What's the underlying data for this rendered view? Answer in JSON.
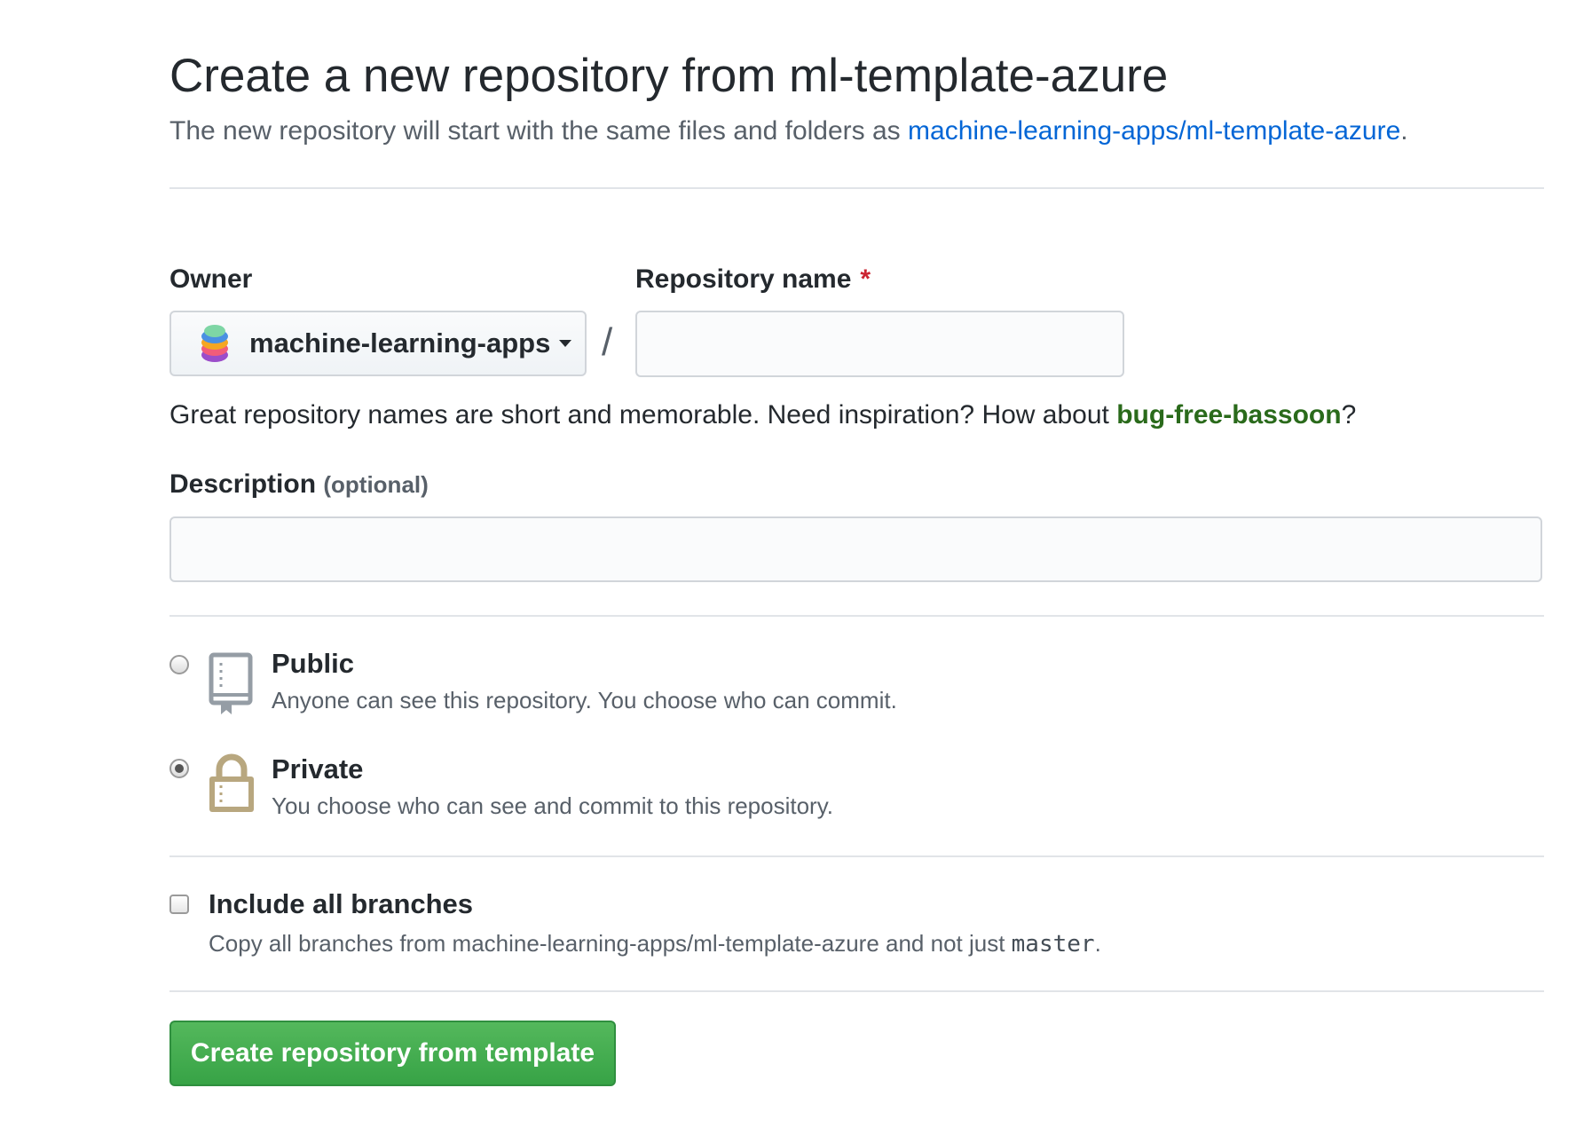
{
  "header": {
    "title": "Create a new repository from ml-template-azure",
    "subtitle_prefix": "The new repository will start with the same files and folders as ",
    "template_link": "machine-learning-apps/ml-template-azure",
    "subtitle_suffix": "."
  },
  "owner": {
    "label": "Owner",
    "selected": "machine-learning-apps",
    "avatar_icon": "stacked-layers-avatar"
  },
  "repository": {
    "label": "Repository name",
    "required_marker": "*",
    "separator": "/",
    "value": "",
    "placeholder": ""
  },
  "hint": {
    "prefix": "Great repository names are short and memorable. Need inspiration? How about ",
    "suggestion": "bug-free-bassoon",
    "suffix": "?"
  },
  "description": {
    "label": "Description",
    "optional": "(optional)",
    "value": "",
    "placeholder": ""
  },
  "visibility": {
    "selected": "private",
    "options": [
      {
        "id": "public",
        "title": "Public",
        "description": "Anyone can see this repository. You choose who can commit.",
        "icon": "repo-book-icon"
      },
      {
        "id": "private",
        "title": "Private",
        "description": "You choose who can see and commit to this repository.",
        "icon": "lock-icon"
      }
    ]
  },
  "branches": {
    "checked": false,
    "label": "Include all branches",
    "description_prefix": "Copy all branches from machine-learning-apps/ml-template-azure and not just ",
    "branch_code": "master",
    "description_suffix": "."
  },
  "submit": {
    "label": "Create repository from template"
  },
  "colors": {
    "link": "#0366d6",
    "suggestion": "#2a6a1b",
    "required": "#cb2431",
    "primary_button": "#3fa94b",
    "lock_icon": "#b8a77f",
    "book_icon": "#959da5"
  }
}
